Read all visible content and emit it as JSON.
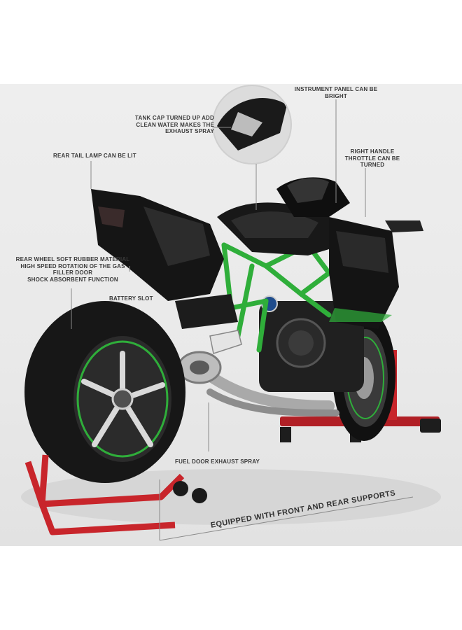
{
  "labels": {
    "instrument_panel": "INSTRUMENT PANEL CAN BE BRIGHT",
    "tank_cap": "TANK CAP TURNED UP ADD CLEAN WATER MAKES THE EXHAUST SPRAY",
    "rear_tail_lamp": "REAR TAIL LAMP CAN BE LIT",
    "right_handle": "RIGHT HANDLE THROTTLE CAN BE TURNED",
    "rear_wheel_line1": "REAR WHEEL SOFT RUBBER MATERIAL",
    "rear_wheel_line2": "HIGH SPEED ROTATION OF THE GAS FILLER DOOR",
    "rear_wheel_line3": "SHOCK ABSORBENT FUNCTION",
    "battery_slot": "BATTERY SLOT",
    "fuel_door": "FUEL DOOR EXHAUST SPRAY",
    "supports_banner": "EQUIPPED WITH FRONT AND REAR SUPPORTS"
  },
  "colors": {
    "background": "#eeeeee",
    "stand_red": "#c8252b",
    "frame_green": "#2fae3a",
    "body_black": "#151515",
    "label_text": "#3a3a3a",
    "leader_line": "#8a8a8a"
  }
}
